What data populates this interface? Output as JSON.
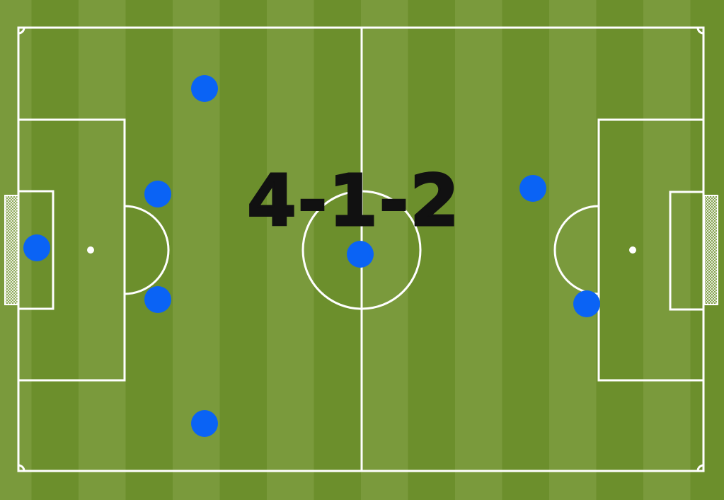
{
  "formation": {
    "label": "4-1-2"
  },
  "colors": {
    "grass_light": "#7a9a3c",
    "grass_dark": "#6c8f2c",
    "lines": "#ffffff",
    "player": "#0a63f5",
    "text": "#111111"
  },
  "players": [
    {
      "role": "goalkeeper"
    },
    {
      "role": "left-back"
    },
    {
      "role": "center-back-left"
    },
    {
      "role": "center-back-right"
    },
    {
      "role": "right-back"
    },
    {
      "role": "defensive-midfielder"
    },
    {
      "role": "forward-left"
    },
    {
      "role": "forward-right"
    }
  ]
}
